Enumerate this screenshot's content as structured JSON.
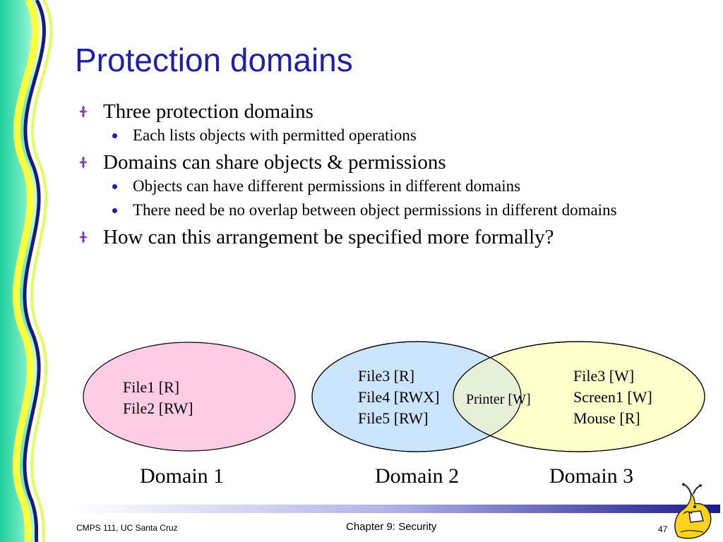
{
  "slide": {
    "title": "Protection domains",
    "bullets": [
      {
        "text": "Three protection domains",
        "sub": [
          "Each lists objects with permitted operations"
        ]
      },
      {
        "text": "Domains can share objects & permissions",
        "sub": [
          "Objects can have different permissions in different domains",
          "There need be no overlap between object permissions in different domains"
        ]
      },
      {
        "text": "How can this arrangement be specified more formally?",
        "sub": []
      }
    ]
  },
  "diagram": {
    "domain1": {
      "name": "Domain 1",
      "items": [
        "File1 [R]",
        "File2 [RW]"
      ],
      "color": "#ffcce6"
    },
    "domain2": {
      "name": "Domain 2",
      "items": [
        "File3 [R]",
        "File4 [RWX]",
        "File5 [RW]"
      ],
      "color": "#cce5ff"
    },
    "domain3": {
      "name": "Domain 3",
      "items": [
        "File3 [W]",
        "Screen1 [W]",
        "Mouse [R]"
      ],
      "color": "#ffffcc"
    },
    "shared": {
      "text": "Printer [W]",
      "color": "#e6f0d8"
    }
  },
  "footer": {
    "course": "CMPS 111, UC Santa Cruz",
    "chapter": "Chapter 9: Security",
    "page": "47"
  },
  "colors": {
    "title": "#1f1fa8",
    "bullet": "#1f1f9f",
    "diamond": "#7a3fb0"
  }
}
